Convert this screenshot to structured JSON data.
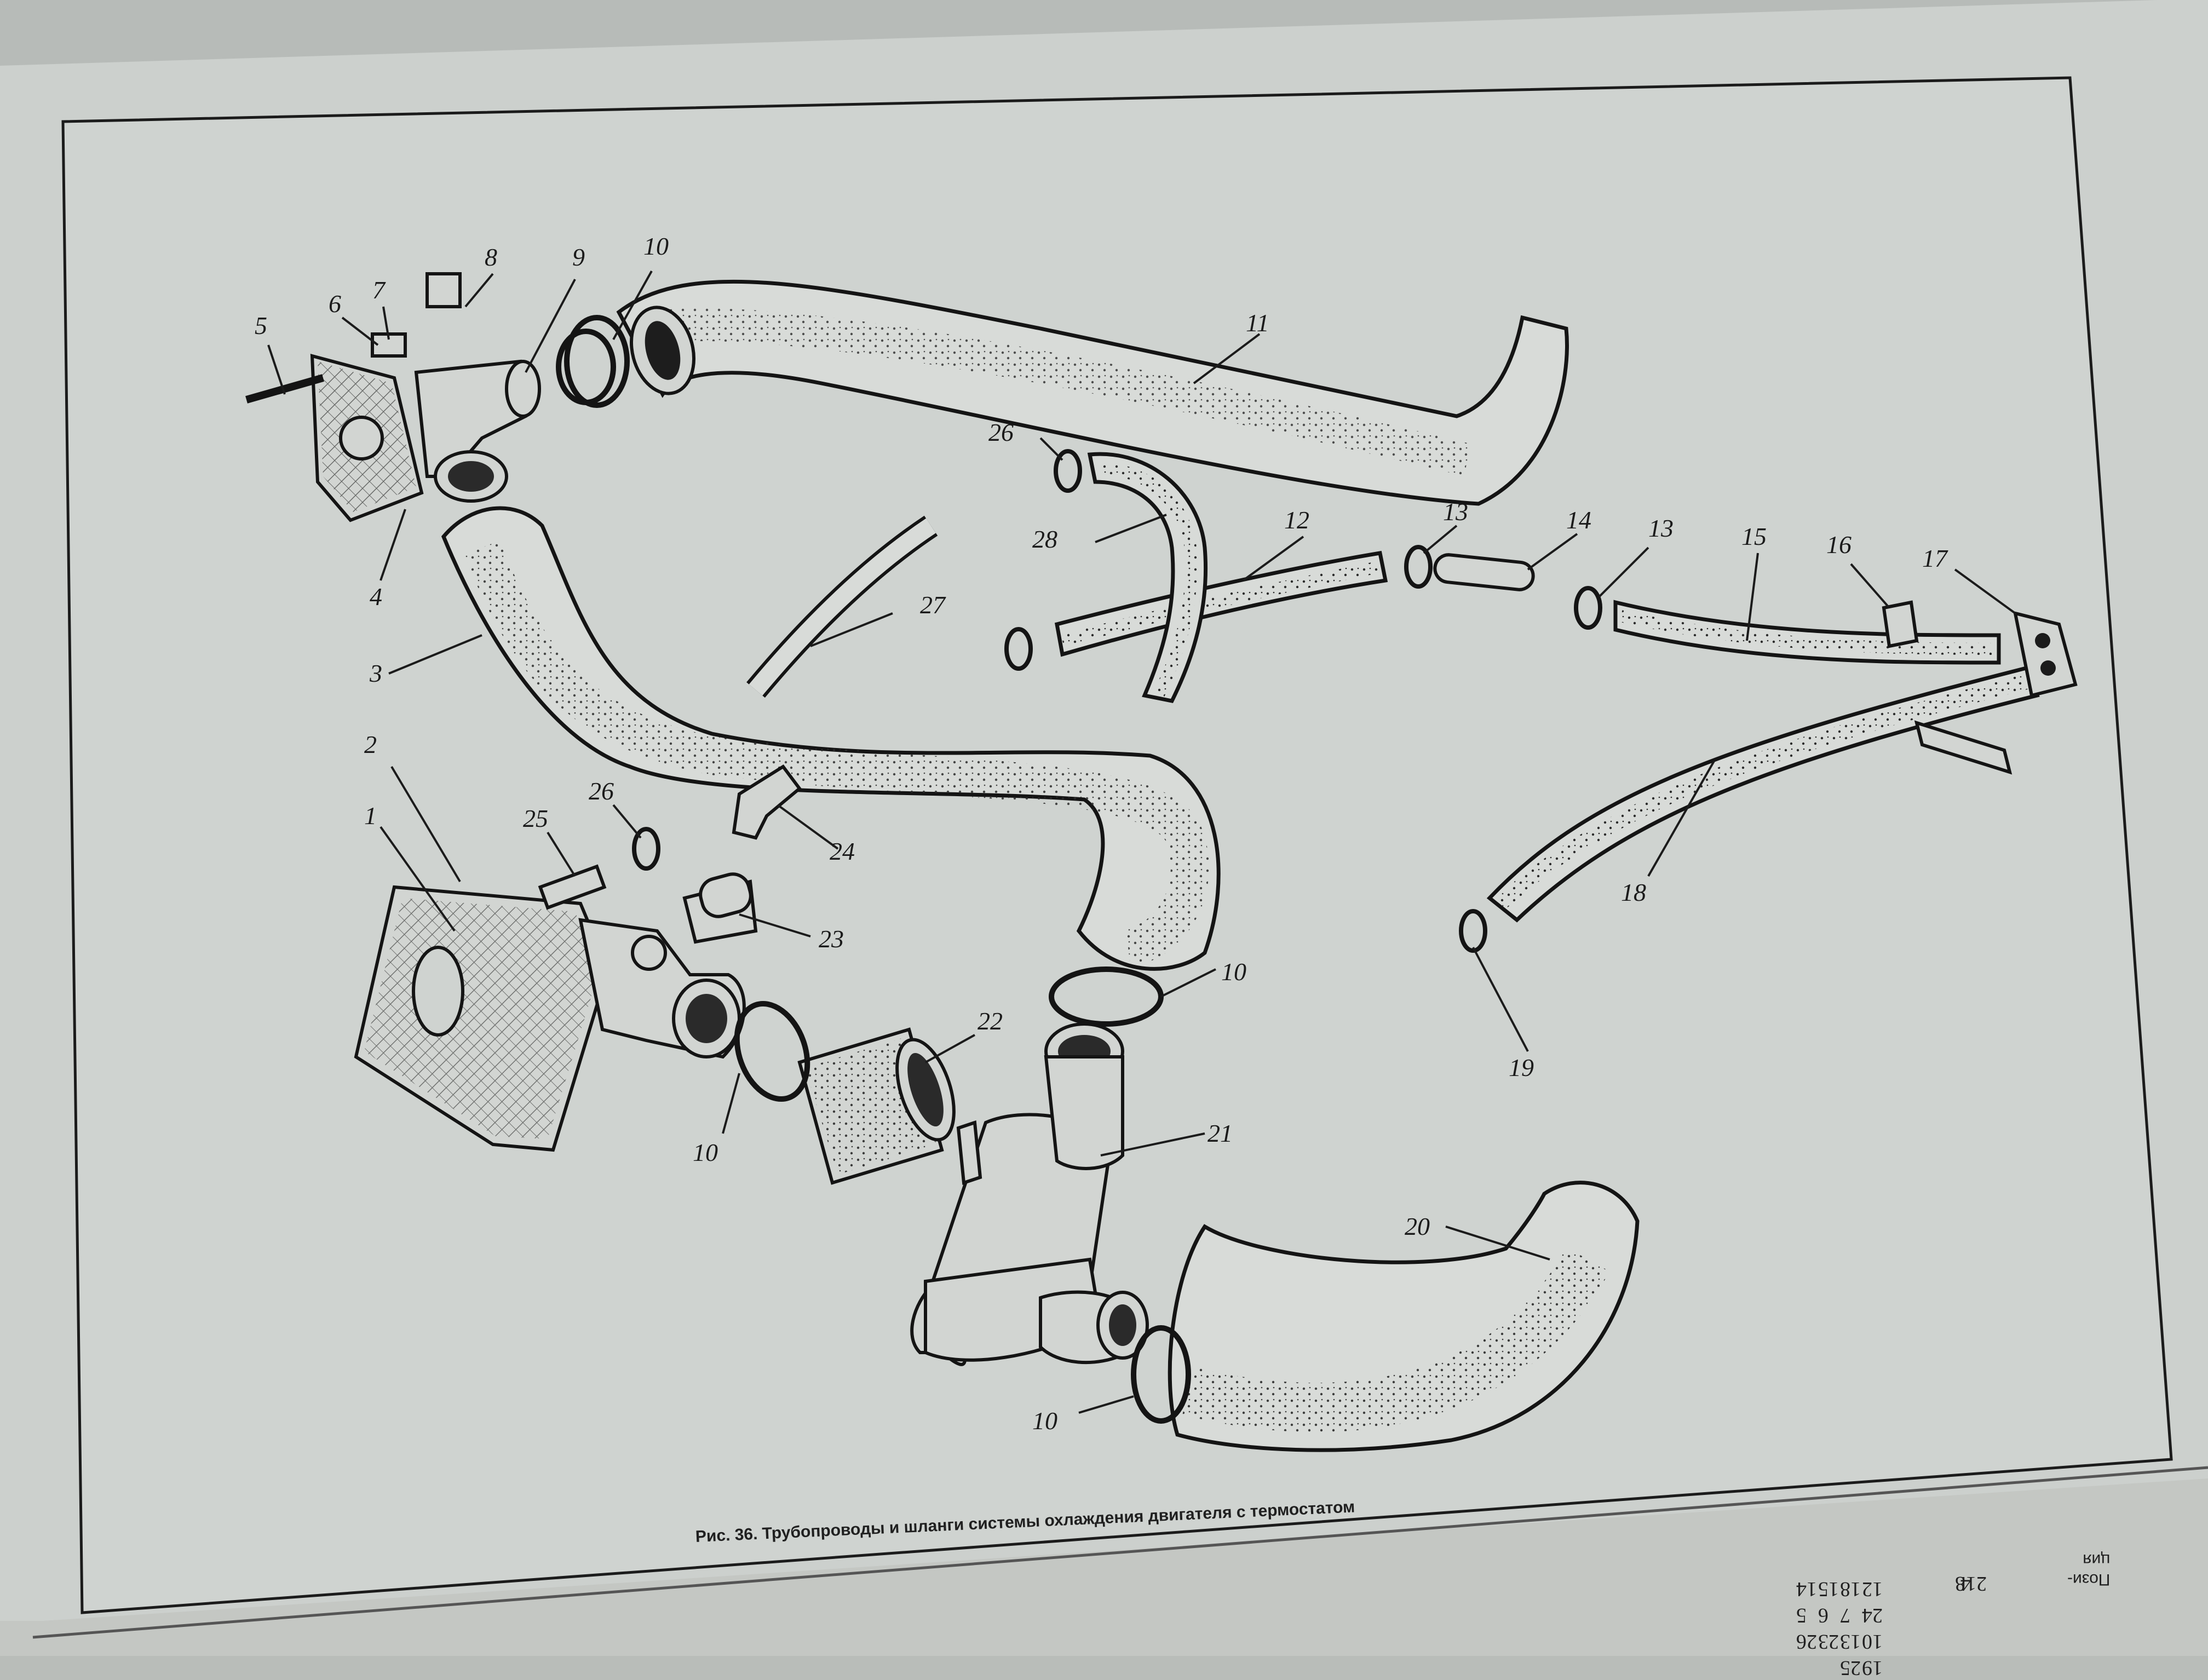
{
  "figure": {
    "caption": "Рис. 36. Трубопроводы и шланги системы охлаждения двигателя с термостатом",
    "callouts": [
      "1",
      "2",
      "3",
      "4",
      "5",
      "6",
      "7",
      "8",
      "9",
      "10",
      "10",
      "10",
      "10",
      "10",
      "11",
      "12",
      "13",
      "13",
      "14",
      "15",
      "16",
      "17",
      "18",
      "19",
      "20",
      "21",
      "22",
      "23",
      "24",
      "25",
      "26",
      "26",
      "27",
      "28"
    ]
  },
  "table": {
    "header": "Пози-\nция",
    "col1": [
      "21",
      "4",
      "8"
    ],
    "col2": [
      "12",
      "18",
      "15",
      "14",
      "24",
      "7",
      "6",
      "5",
      "10",
      "13",
      "23",
      "26",
      "19",
      "25"
    ]
  }
}
